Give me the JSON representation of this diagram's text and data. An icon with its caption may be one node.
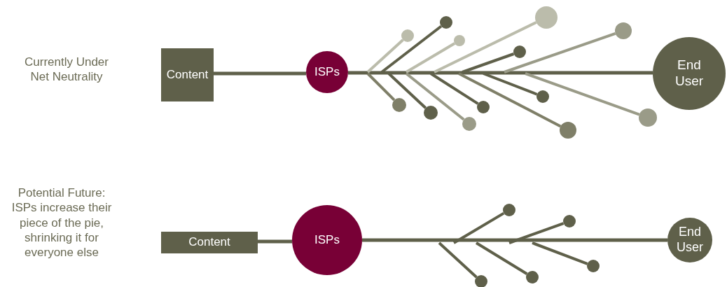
{
  "diagram": {
    "nodes": [
      {
        "text": [
          "Content"
        ]
      },
      {
        "text": [
          "ISPs"
        ]
      },
      {
        "text": [
          "End User"
        ]
      },
      {
        "text": [],
        "shape": "circle"
      },
      {
        "text": [],
        "shape": "circle"
      },
      {
        "text": [],
        "shape": "circle"
      },
      {
        "text": [],
        "shape": "circle"
      },
      {
        "text": [],
        "shape": "circle"
      },
      {
        "text": [],
        "shape": "circle"
      },
      {
        "text": [],
        "shape": "circle"
      },
      {
        "text": [],
        "shape": "circle"
      },
      {
        "text": [],
        "shape": "circle"
      },
      {
        "text": [],
        "shape": "circle"
      },
      {
        "text": [],
        "shape": "circle"
      },
      {
        "text": [],
        "shape": "circle"
      },
      {
        "text": [],
        "shape": "circle"
      },
      {
        "text": [
          "Content"
        ]
      },
      {
        "text": [
          "ISPs"
        ]
      },
      {
        "text": [
          "End User"
        ]
      },
      {
        "text": [],
        "shape": "circle"
      },
      {
        "text": [],
        "shape": "circle"
      },
      {
        "text": [],
        "shape": "circle"
      },
      {
        "text": [],
        "shape": "circle"
      },
      {
        "text": [],
        "shape": "circle"
      }
    ],
    "edges": [
      {
        "from": 0,
        "to": 1,
        "arrow": "none"
      },
      {
        "from": 1,
        "to": 2,
        "arrow": "none"
      },
      {
        "from": null,
        "to": 3,
        "arrow": "none",
        "color": "#7f7f68"
      },
      {
        "from": null,
        "to": 4,
        "arrow": "none",
        "color": "#bbbcab"
      },
      {
        "from": null,
        "to": 5,
        "arrow": "none"
      },
      {
        "from": null,
        "to": 6,
        "arrow": "none"
      },
      {
        "from": null,
        "to": 7,
        "arrow": "none",
        "color": "#bbbcab"
      },
      {
        "from": null,
        "to": 8,
        "arrow": "none",
        "color": "#9a9b88"
      },
      {
        "from": null,
        "to": 9,
        "arrow": "none"
      },
      {
        "from": null,
        "to": 10,
        "arrow": "none"
      },
      {
        "from": null,
        "to": 11,
        "arrow": "none"
      },
      {
        "from": null,
        "to": 12,
        "arrow": "none",
        "color": "#bbbcab"
      },
      {
        "from": null,
        "to": 13,
        "arrow": "none",
        "color": "#7f7f68"
      },
      {
        "from": null,
        "to": 14,
        "arrow": "none",
        "color": "#9a9b88"
      },
      {
        "from": null,
        "to": 15,
        "arrow": "none",
        "color": "#9a9b88"
      },
      {
        "from": 16,
        "to": 17,
        "arrow": "none"
      },
      {
        "from": 17,
        "to": 18,
        "arrow": "none"
      },
      {
        "from": null,
        "to": 19,
        "arrow": "none"
      },
      {
        "from": null,
        "to": 20,
        "arrow": "none"
      },
      {
        "from": null,
        "to": 21,
        "arrow": "none"
      },
      {
        "from": null,
        "to": 22,
        "arrow": "none"
      },
      {
        "from": null,
        "to": 23,
        "arrow": "none"
      }
    ],
    "labels": [
      "Currently Under Net Neutrality",
      "Potential Future: ISPs increase their piece of the pie, shrinking it for everyone else"
    ]
  }
}
